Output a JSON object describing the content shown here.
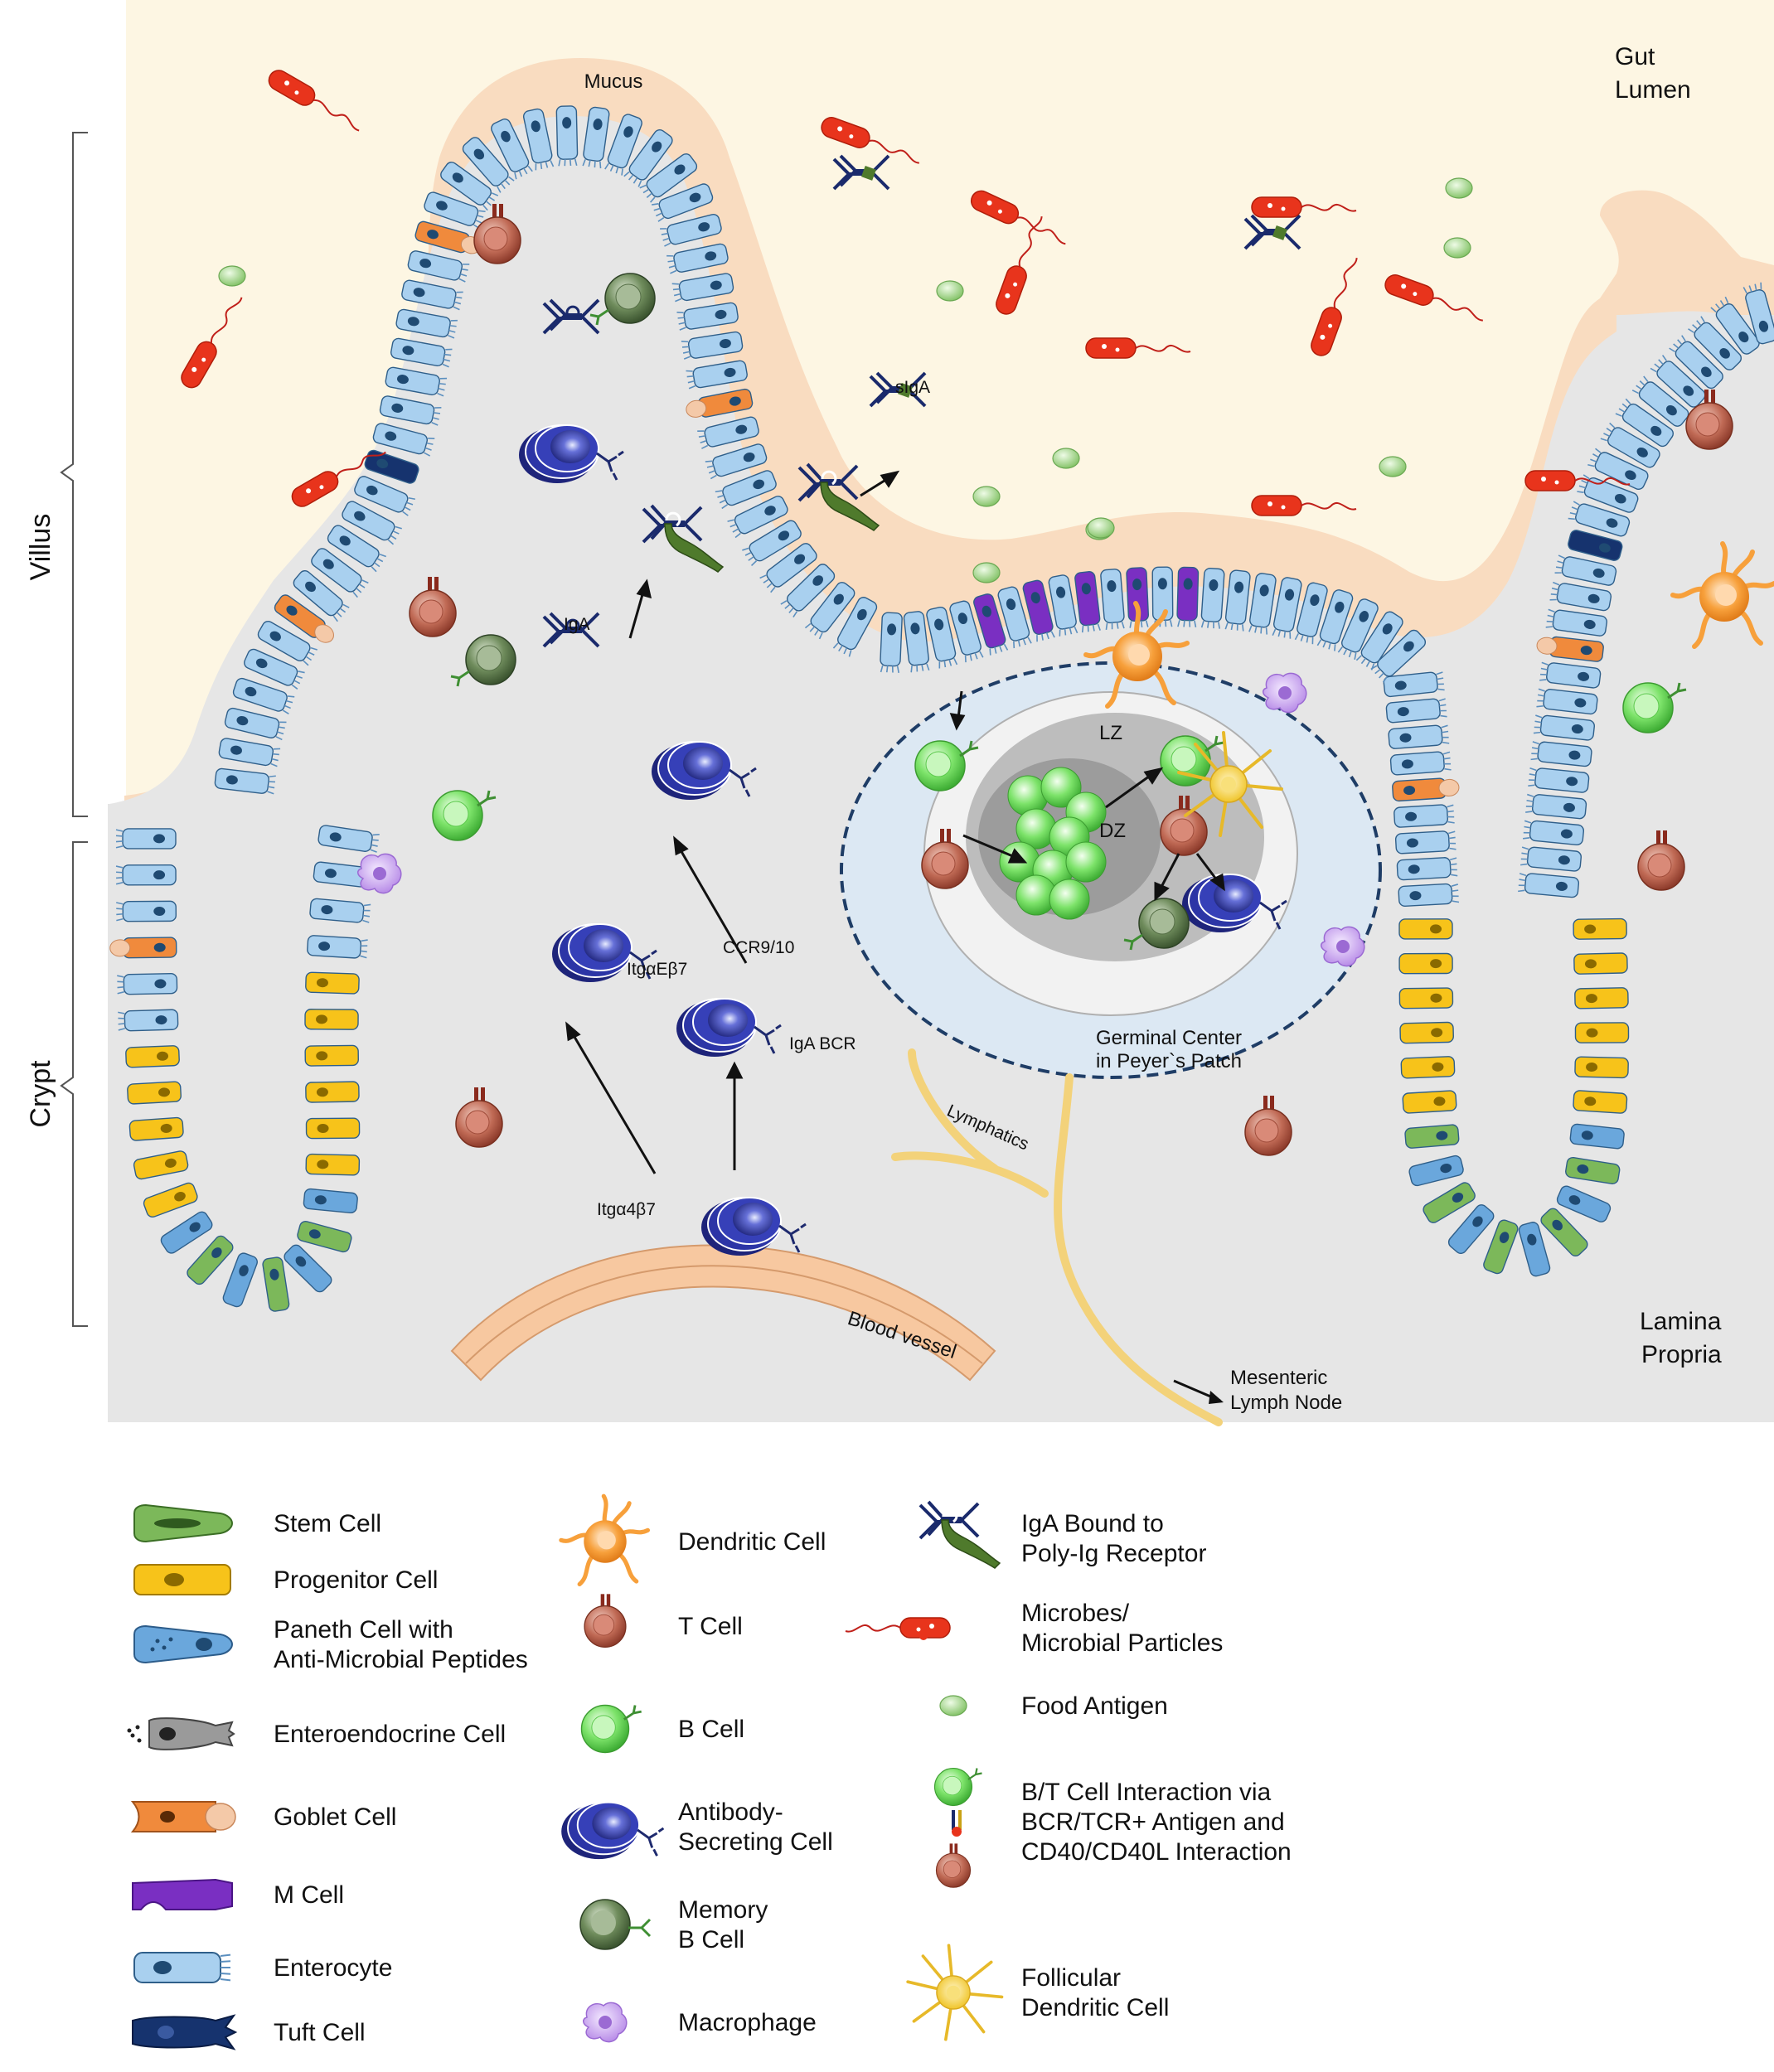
{
  "regions": {
    "gut_lumen": [
      "Gut",
      "Lumen"
    ],
    "lamina_propria": [
      "Lamina",
      "Propria"
    ],
    "villus": "Villus",
    "crypt": "Crypt",
    "mucus": "Mucus"
  },
  "diagram": {
    "germinal_center": [
      "Germinal Center",
      "in Peyer`s Patch"
    ],
    "lz": "LZ",
    "dz": "DZ",
    "blood_vessel": "Blood vessel",
    "lymphatics": "Lymphatics",
    "mesenteric": [
      "Mesenteric",
      "Lymph Node"
    ],
    "markers": {
      "itga4b7": "Itgα4β7",
      "itgaeb7": "ItgαEβ7",
      "ccr910": "CCR9/10",
      "iga_bcr": "IgA BCR",
      "iga": "IgA",
      "siga": "sIgA"
    }
  },
  "legend": {
    "col1": [
      {
        "icon": "stem-cell-icon",
        "lines": [
          "Stem Cell"
        ]
      },
      {
        "icon": "progenitor-cell-icon",
        "lines": [
          "Progenitor Cell"
        ]
      },
      {
        "icon": "paneth-cell-icon",
        "lines": [
          "Paneth Cell with",
          "Anti-Microbial Peptides"
        ]
      },
      {
        "icon": "enteroendocrine-cell-icon",
        "lines": [
          "Enteroendocrine Cell"
        ]
      },
      {
        "icon": "goblet-cell-icon",
        "lines": [
          "Goblet Cell"
        ]
      },
      {
        "icon": "m-cell-icon",
        "lines": [
          "M Cell"
        ]
      },
      {
        "icon": "enterocyte-icon",
        "lines": [
          "Enterocyte"
        ]
      },
      {
        "icon": "tuft-cell-icon",
        "lines": [
          "Tuft Cell"
        ]
      }
    ],
    "col2": [
      {
        "icon": "dendritic-cell-icon",
        "lines": [
          "Dendritic Cell"
        ]
      },
      {
        "icon": "t-cell-icon",
        "lines": [
          "T Cell"
        ]
      },
      {
        "icon": "b-cell-icon",
        "lines": [
          "B Cell"
        ]
      },
      {
        "icon": "antibody-secreting-cell-icon",
        "lines": [
          "Antibody-",
          "Secreting Cell"
        ]
      },
      {
        "icon": "memory-b-cell-icon",
        "lines": [
          "Memory",
          "B Cell"
        ]
      },
      {
        "icon": "macrophage-icon",
        "lines": [
          "Macrophage"
        ]
      }
    ],
    "col3": [
      {
        "icon": "iga-pigr-icon",
        "lines": [
          "IgA Bound to",
          "Poly-Ig Receptor"
        ]
      },
      {
        "icon": "microbe-icon",
        "lines": [
          "Microbes/",
          "Microbial Particles"
        ]
      },
      {
        "icon": "food-antigen-icon",
        "lines": [
          "Food Antigen"
        ]
      },
      {
        "icon": "bt-interaction-icon",
        "lines": [
          "B/T Cell Interaction via",
          "BCR/TCR+ Antigen and",
          "CD40/CD40L Interaction"
        ]
      },
      {
        "icon": "follicular-dendritic-cell-icon",
        "lines": [
          "Follicular",
          "Dendritic Cell"
        ]
      }
    ]
  },
  "colors": {
    "lumen": "#fdf6e3",
    "mucus": "#f9dcc0",
    "lamina": "#e6e6e6",
    "enterocyte": "#a9d0ef",
    "goblet": "#f08a3c",
    "progenitor": "#f7c31a",
    "stem": "#7cb85a",
    "paneth": "#6aa7dc",
    "m_cell": "#7a2fc2",
    "tuft": "#16336e",
    "t_cell": "#b5533f",
    "b_cell": "#7de36a",
    "asc": "#27309a",
    "memory_b": "#5c7a4a",
    "dendritic": "#f7a03b",
    "fdc": "#f5d34a",
    "macrophage": "#c9a6ef",
    "microbe": "#e8341c",
    "food_antigen": "#a9d88e",
    "vessel": "#f7c8a0",
    "lymph": "#f3d27a"
  }
}
